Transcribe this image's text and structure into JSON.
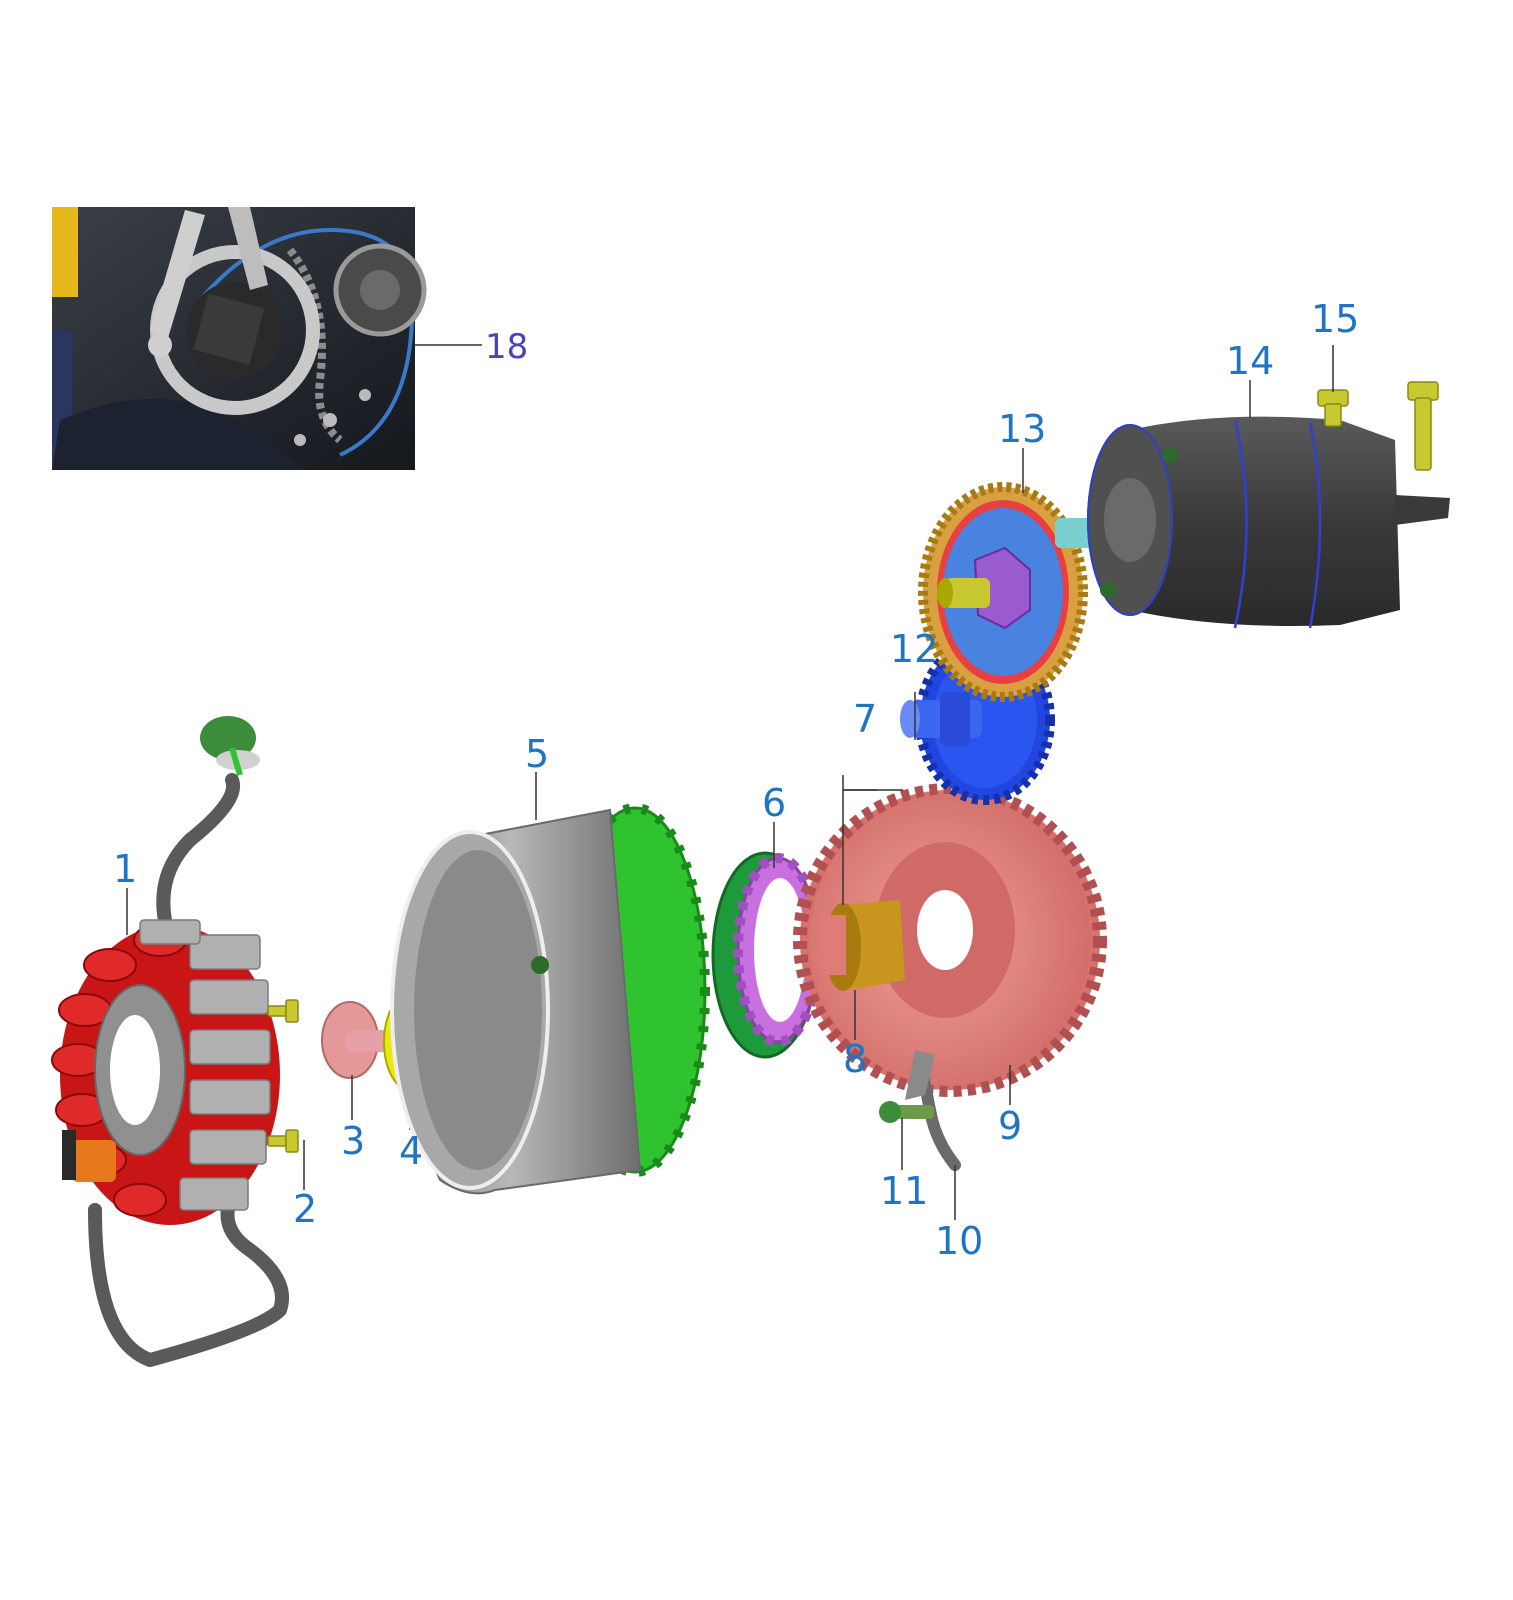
{
  "diagram": {
    "kind": "exploded-parts-view",
    "colors": {
      "callout_text": "#1f74c4",
      "photo_callout_text": "#4646b4",
      "leader_line": "#333333",
      "stator_coil": "#d01818",
      "stator_core": "#a8a8a8",
      "flywheel": "#9a9a9a",
      "ring_gear_green": "#2fc42f",
      "bearing_magenta": "#c870e0",
      "idler_gear_red": "#e07c78",
      "sleeve_gold": "#c8961e",
      "reduction_gear_blue": "#2146e0",
      "gear_gold": "#d8a040",
      "starter_motor": "#404040",
      "bolt_yellow": "#c8c830",
      "bolt_pink": "#e49898",
      "washer_yellow": "#e8e814",
      "shaft_pink": "#e8a0a8",
      "grommet_green": "#3c8c3c"
    },
    "callouts": [
      {
        "id": "1",
        "label": "1"
      },
      {
        "id": "2",
        "label": "2"
      },
      {
        "id": "3",
        "label": "3"
      },
      {
        "id": "4",
        "label": "4"
      },
      {
        "id": "5",
        "label": "5"
      },
      {
        "id": "6",
        "label": "6"
      },
      {
        "id": "7",
        "label": "7"
      },
      {
        "id": "8",
        "label": "8"
      },
      {
        "id": "9",
        "label": "9"
      },
      {
        "id": "10",
        "label": "10"
      },
      {
        "id": "11",
        "label": "11"
      },
      {
        "id": "12",
        "label": "12"
      },
      {
        "id": "13",
        "label": "13"
      },
      {
        "id": "14",
        "label": "14"
      },
      {
        "id": "15",
        "label": "15"
      },
      {
        "id": "18",
        "label": "18"
      }
    ]
  }
}
